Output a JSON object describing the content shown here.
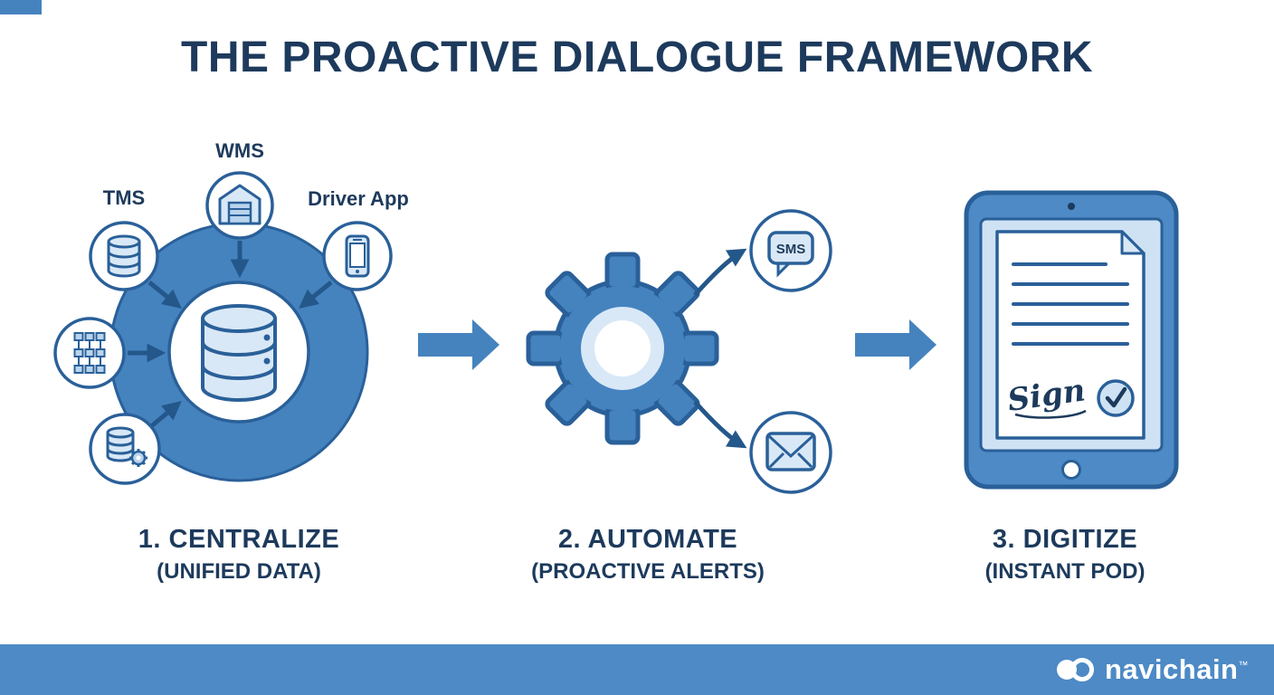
{
  "title": "THE PROACTIVE DIALOGUE FRAMEWORK",
  "stage1": {
    "label": "1. CENTRALIZE",
    "sublabel": "(UNIFIED DATA)",
    "sources": {
      "tms": "TMS",
      "wms": "WMS",
      "driver_app": "Driver App"
    }
  },
  "stage2": {
    "label": "2. AUTOMATE",
    "sublabel": "(PROACTIVE ALERTS)",
    "sms_badge": "SMS"
  },
  "stage3": {
    "label": "3. DIGITIZE",
    "sublabel": "(INSTANT POD)",
    "signature_text": "Sign"
  },
  "footer": {
    "brand": "navichain",
    "trademark": "™"
  },
  "colors": {
    "navy_text": "#1d3a5c",
    "outline_blue": "#2a6099",
    "mid_blue": "#4583bf",
    "light_blue_fill": "#d9e8f6",
    "footer_blue": "#4d8ac6",
    "background": "#ffffff"
  }
}
